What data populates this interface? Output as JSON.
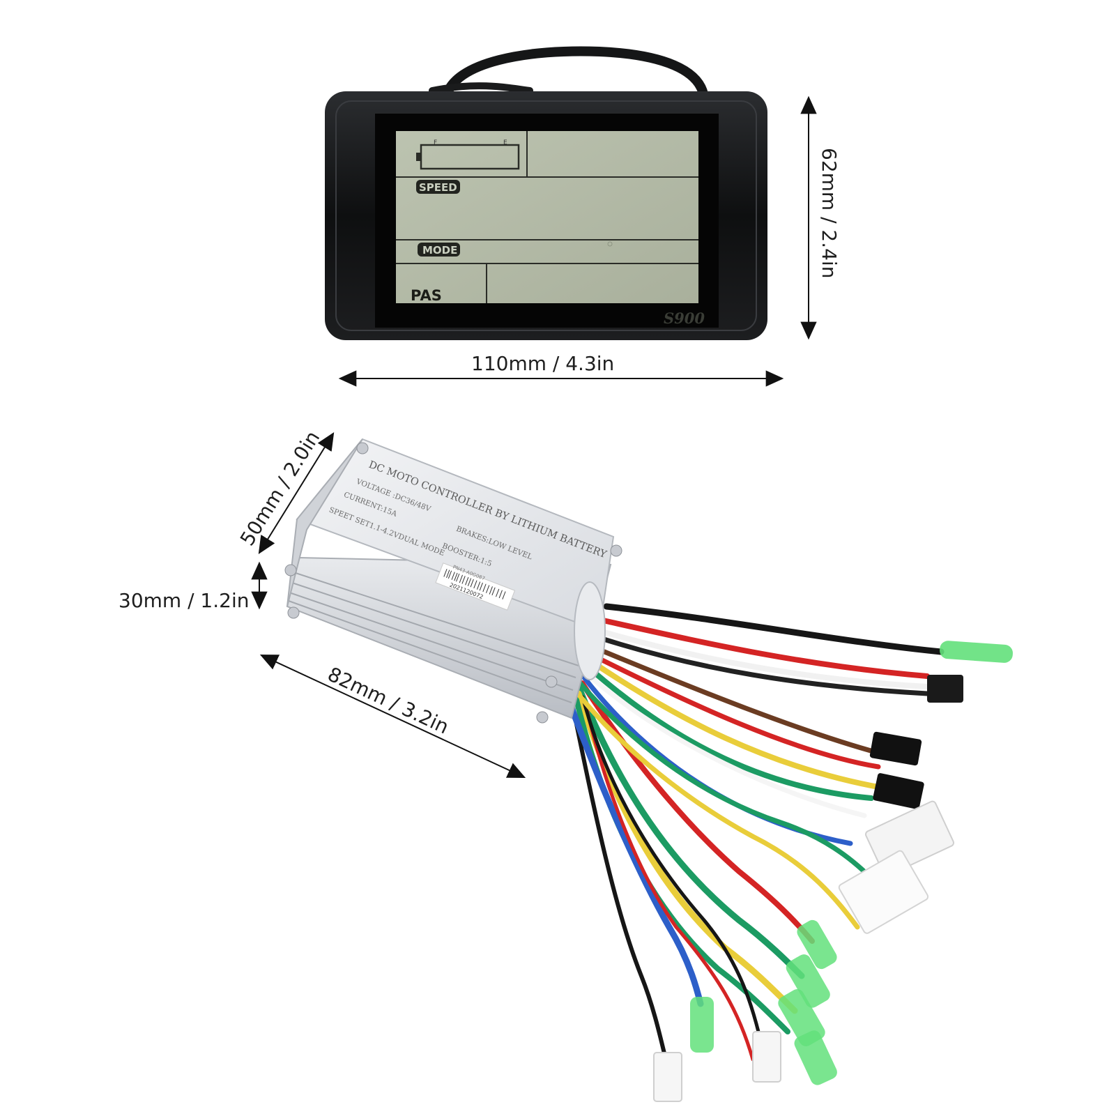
{
  "display": {
    "model": "S900",
    "labels": {
      "battery_full": "F",
      "battery_empty": "E",
      "speed": "SPEED",
      "mode": "MODE",
      "pas": "PAS"
    }
  },
  "dimensions": {
    "display_width": "110mm / 4.3in",
    "display_height": "62mm / 2.4in",
    "controller_depth": "50mm / 2.0in",
    "controller_height": "30mm / 1.2in",
    "controller_length": "82mm / 3.2in"
  },
  "controller_label": {
    "title": "DC MOTO CONTROLLER BY LITHIUM BATTERY",
    "voltage": "VOLTAGE :DC36/48V",
    "current": "CURRENT:15A",
    "speed_set": "SPEET SET1.1-4.2VDUAL MODE",
    "brakes": "BRAKES:LOW LEVEL",
    "booster": "BOOSTER:1:5",
    "part_no": "PN43-A0G087",
    "serial": "2021120072"
  },
  "colors": {
    "bezel": "#111213",
    "lcd": "#b5bca9",
    "aluminum": "#e3e5e8",
    "wire_red": "#d42424",
    "wire_green": "#1c9b63",
    "wire_yellow": "#e9cd3a",
    "wire_blue": "#2d5fc9",
    "wire_black": "#161616",
    "terminal_green": "#63e07b"
  }
}
